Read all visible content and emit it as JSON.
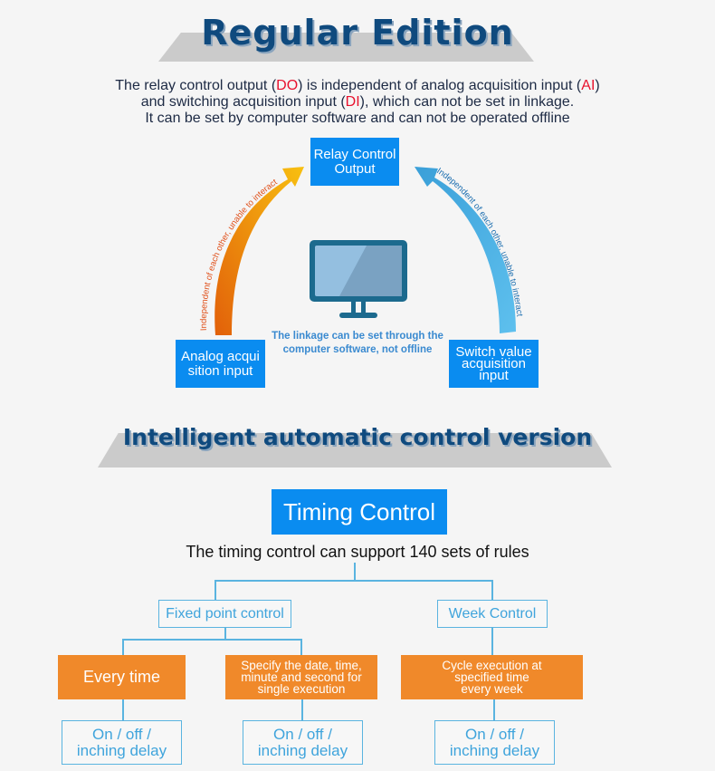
{
  "regular": {
    "title": "Regular Edition",
    "desc": {
      "l1a": "The relay control output (",
      "l1b": "DO",
      "l1c": ") is independent of analog acquisition input (",
      "l1d": "AI",
      "l1e": ")",
      "l2a": "and switching acquisition input (",
      "l2b": "DI",
      "l2c": "), which can not be set in linkage.",
      "l3": "It can be set by computer software and can not be operated offline"
    },
    "relay_l1": "Relay Control",
    "relay_l2": "Output",
    "analog_l1": "Analog acqui",
    "analog_l2": "sition input",
    "switch_l1": "Switch value",
    "switch_l2": "acquisition",
    "switch_l3": "input",
    "left_arrow_text": "Independent of each other, unable to interact",
    "right_arrow_text": "Independent of each other, unable to interact",
    "linkage_l1": "The linkage can be set through the",
    "linkage_l2": "computer software, not offline"
  },
  "intelligent": {
    "title": "Intelligent automatic control version",
    "timing_button": "Timing Control",
    "subtitle": "The timing control can support 140 sets of rules",
    "fixed_point": "Fixed point control",
    "week": "Week Control",
    "every_time": "Every time",
    "specify_l1": "Specify the date, time,",
    "specify_l2": "minute and second for",
    "specify_l3": "single execution",
    "cycle_l1": "Cycle execution at",
    "cycle_l2": "specified time",
    "cycle_l3": "every week",
    "onoff_l1": "On / off /",
    "onoff_l2": "inching delay"
  },
  "colors": {
    "blue": "#0a8cf0",
    "orange": "#f0892a",
    "title": "#0f4a7e",
    "outline": "#5ab4e0"
  }
}
